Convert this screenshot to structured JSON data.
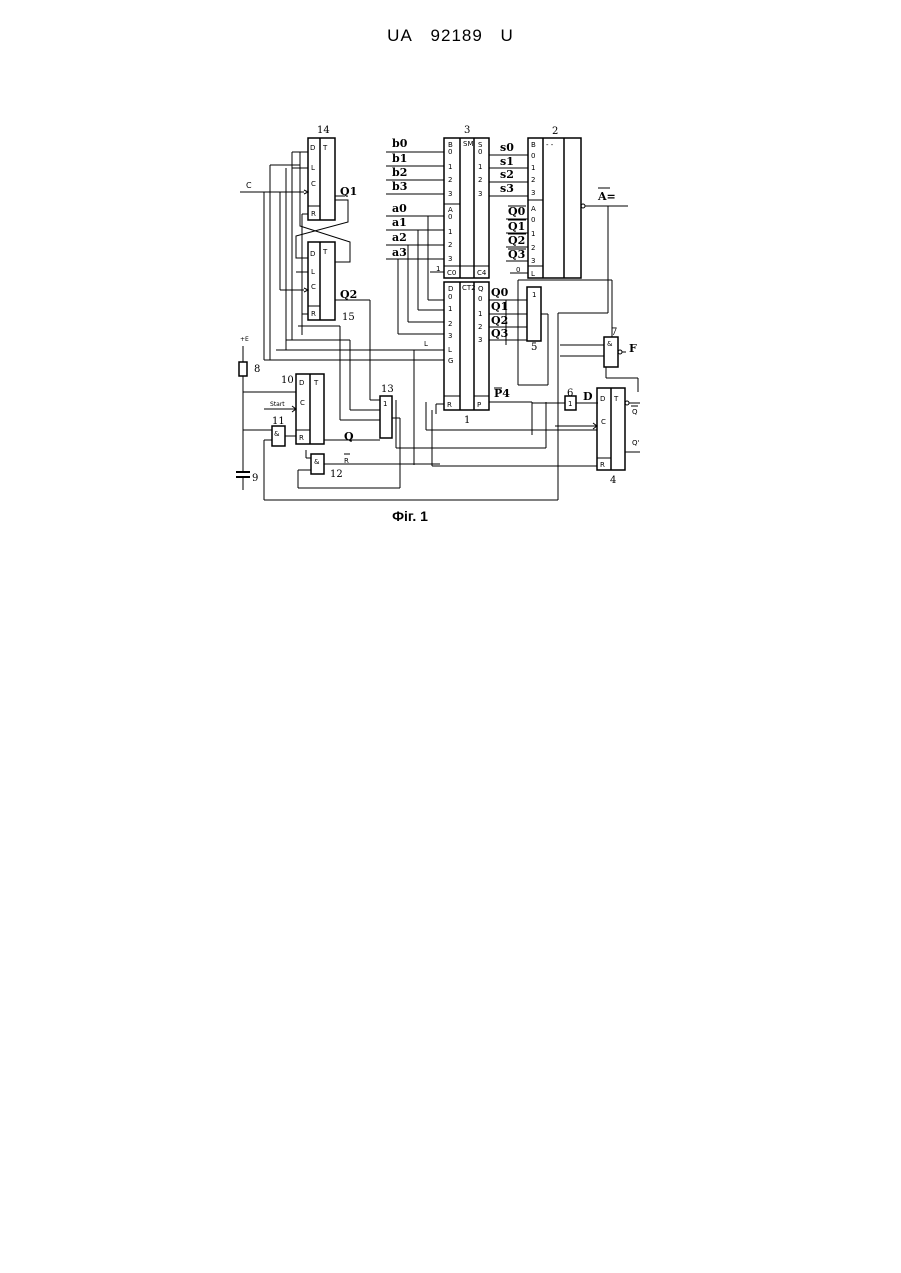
{
  "header": {
    "code": "UA",
    "number": "92189",
    "kind": "U"
  },
  "figure_caption": "Фіг. 1",
  "labels": {
    "block_numbers": [
      "1",
      "2",
      "3",
      "4",
      "5",
      "6",
      "7",
      "8",
      "9",
      "10",
      "11",
      "12",
      "13",
      "14",
      "15"
    ],
    "inputs_b": [
      "b0",
      "b1",
      "b2",
      "b3"
    ],
    "inputs_a": [
      "a0",
      "a1",
      "a2",
      "a3"
    ],
    "outputs_s": [
      "s0",
      "s1",
      "s2",
      "s3"
    ],
    "counter_q": [
      "Q0",
      "Q1",
      "Q2",
      "Q3"
    ],
    "signals": {
      "c": "C",
      "q1": "Q1",
      "q2": "Q2",
      "q": "Q",
      "r_bar": "R",
      "p4": "P4",
      "f": "F",
      "d": "D",
      "a_out": "A=",
      "q_bar": "Q",
      "q_prime": "Q'",
      "start": "Start",
      "l": "L",
      "plus": "+E"
    },
    "block_titles": {
      "sm": "SM",
      "ct2": "CT2",
      "t": "T"
    }
  }
}
